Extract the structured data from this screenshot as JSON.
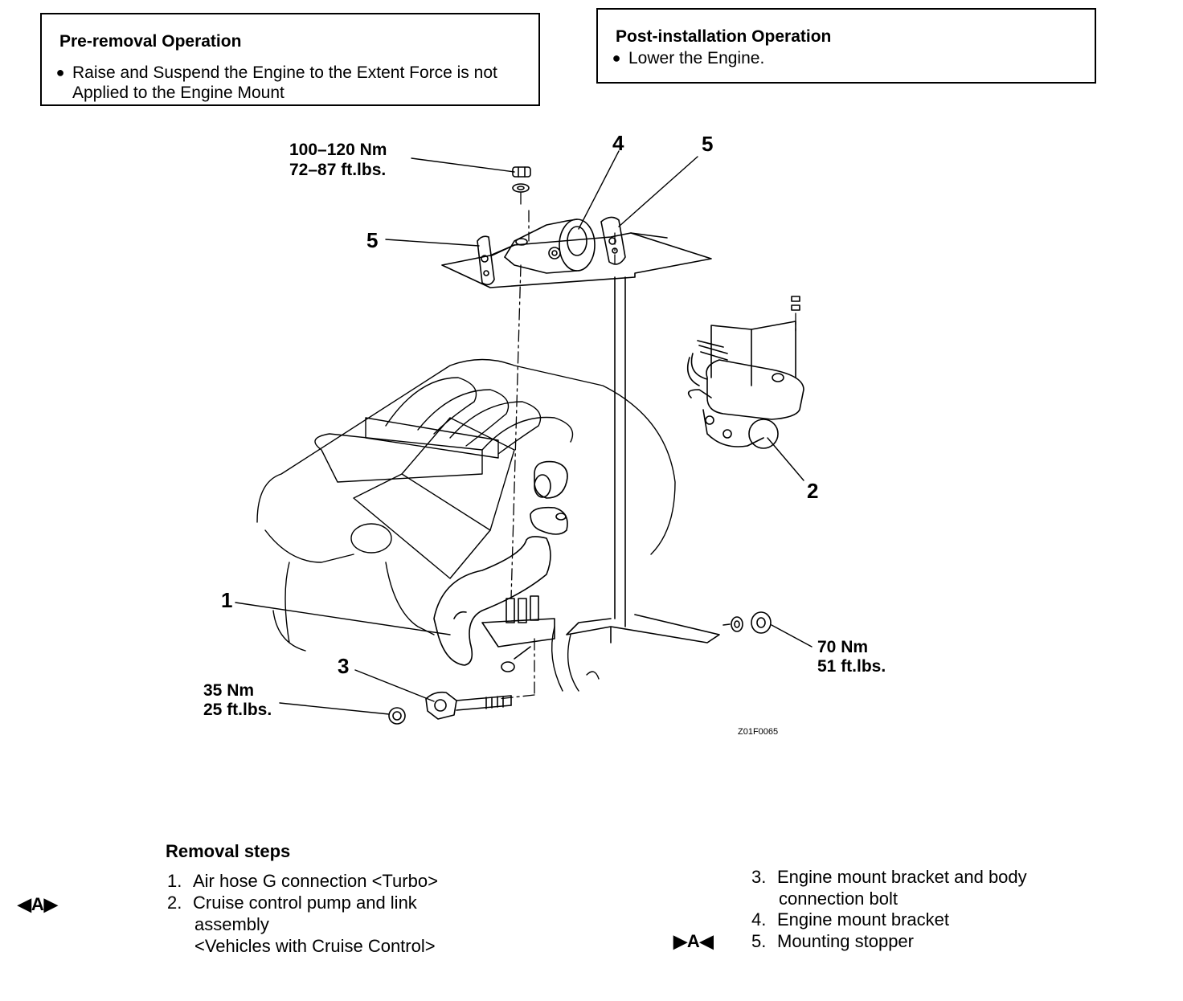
{
  "pre_removal": {
    "title": "Pre-removal Operation",
    "bullet": "●",
    "item": "Raise and Suspend the Engine to the Extent Force is not Applied to the Engine Mount"
  },
  "post_installation": {
    "title": "Post-installation Operation",
    "bullet": "●",
    "item": "Lower the Engine."
  },
  "diagram": {
    "torque_top_nm": "100–120 Nm",
    "torque_top_ftlbs": "72–87 ft.lbs.",
    "torque_right_nm": "70 Nm",
    "torque_right_ftlbs": "51 ft.lbs.",
    "torque_bottom_nm": "35 Nm",
    "torque_bottom_ftlbs": "25 ft.lbs.",
    "callouts": [
      "1",
      "2",
      "3",
      "4",
      "5",
      "5"
    ],
    "figure_code": "Z01F0065"
  },
  "removal": {
    "title": "Removal steps",
    "steps": [
      {
        "num": "1.",
        "text": "Air hose G connection <Turbo>"
      },
      {
        "num": "2.",
        "text": "Cruise control pump and link",
        "line2": "assembly",
        "line3": "<Vehicles with Cruise Control>"
      },
      {
        "num": "3.",
        "text": "Engine mount bracket and body",
        "line2": "connection bolt"
      },
      {
        "num": "4.",
        "text": "Engine mount bracket"
      },
      {
        "num": "5.",
        "text": "Mounting stopper"
      }
    ],
    "marker_left": "◀A▶",
    "marker_right": "▶A◀"
  }
}
